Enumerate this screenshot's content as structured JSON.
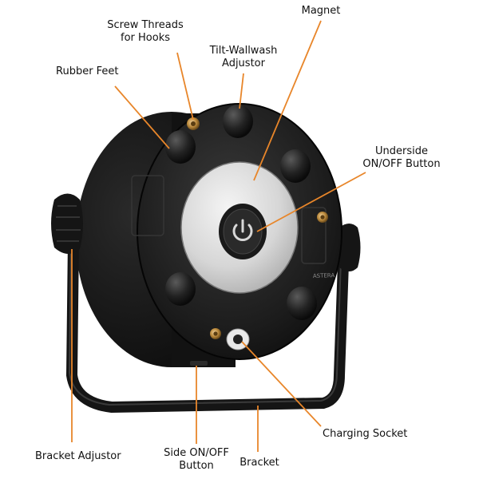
{
  "labels": {
    "screw_threads": [
      "Screw Threads",
      "for Hooks"
    ],
    "tilt_wallwash": [
      "Tilt-Wallwash",
      "Adjustor"
    ],
    "magnet": [
      "Magnet"
    ],
    "rubber_feet": [
      "Rubber Feet"
    ],
    "underside_button": [
      "Underside",
      "ON/OFF Button"
    ],
    "bracket_adjustor": [
      "Bracket Adjustor"
    ],
    "side_button": [
      "Side ON/OFF",
      "Button"
    ],
    "bracket": [
      "Bracket"
    ],
    "charging_socket": [
      "Charging Socket"
    ]
  },
  "device_brand": "ASTERA",
  "colors": {
    "leader": "#e8862a",
    "body": "#1b1b1b",
    "magnet": "#d9d9d9"
  }
}
